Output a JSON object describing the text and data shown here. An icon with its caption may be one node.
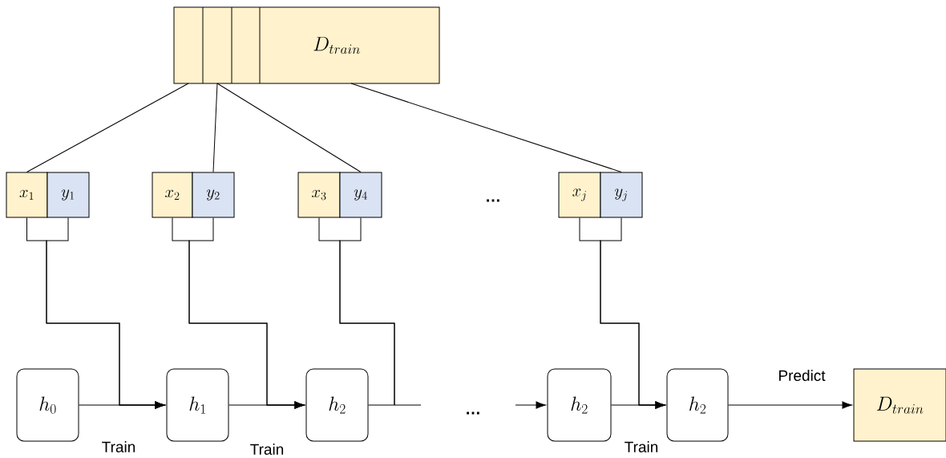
{
  "diagram": {
    "nodes": [
      {
        "text": [
          "D_{train}"
        ]
      },
      {
        "text": [
          "x_1"
        ]
      },
      {
        "text": [
          "y_1"
        ]
      },
      {
        "text": [
          "x_2"
        ]
      },
      {
        "text": [
          "y_2"
        ]
      },
      {
        "text": [
          "x_3"
        ]
      },
      {
        "text": [
          "y_4"
        ]
      },
      {
        "text": [
          "x_j"
        ]
      },
      {
        "text": [
          "y_j"
        ]
      },
      {
        "text": [
          "h_0"
        ]
      },
      {
        "text": [
          "h_1"
        ]
      },
      {
        "text": [
          "h_2"
        ]
      },
      {
        "text": [
          "h_2"
        ]
      },
      {
        "text": [
          "h_2"
        ]
      },
      {
        "text": [
          "D_{train}"
        ]
      }
    ],
    "edges": [
      {
        "from": 0,
        "to": 1,
        "arrow": "none"
      },
      {
        "from": 0,
        "to": 4,
        "arrow": "none"
      },
      {
        "from": 0,
        "to": 6,
        "arrow": "none"
      },
      {
        "from": 0,
        "to": 8,
        "arrow": "none"
      },
      {
        "from": 1,
        "to": 10,
        "arrow": "to"
      },
      {
        "from": 2,
        "to": 10,
        "arrow": "to"
      },
      {
        "from": 3,
        "to": 11,
        "arrow": "to"
      },
      {
        "from": 4,
        "to": 11,
        "arrow": "to"
      },
      {
        "from": 5,
        "to": null,
        "arrow": "none"
      },
      {
        "from": 6,
        "to": null,
        "arrow": "none"
      },
      {
        "from": 7,
        "to": 13,
        "arrow": "to"
      },
      {
        "from": 8,
        "to": 13,
        "arrow": "to"
      },
      {
        "from": 9,
        "to": 10,
        "arrow": "to",
        "label": "Train"
      },
      {
        "from": 10,
        "to": 11,
        "arrow": "to",
        "label": "Train"
      },
      {
        "from": 11,
        "to": null,
        "arrow": "none"
      },
      {
        "from": null,
        "to": 12,
        "arrow": "to"
      },
      {
        "from": 12,
        "to": 13,
        "arrow": "to",
        "label": "Train"
      },
      {
        "from": 13,
        "to": 14,
        "arrow": "to",
        "label": "Predict"
      }
    ],
    "labels": [
      "…",
      "…"
    ]
  }
}
